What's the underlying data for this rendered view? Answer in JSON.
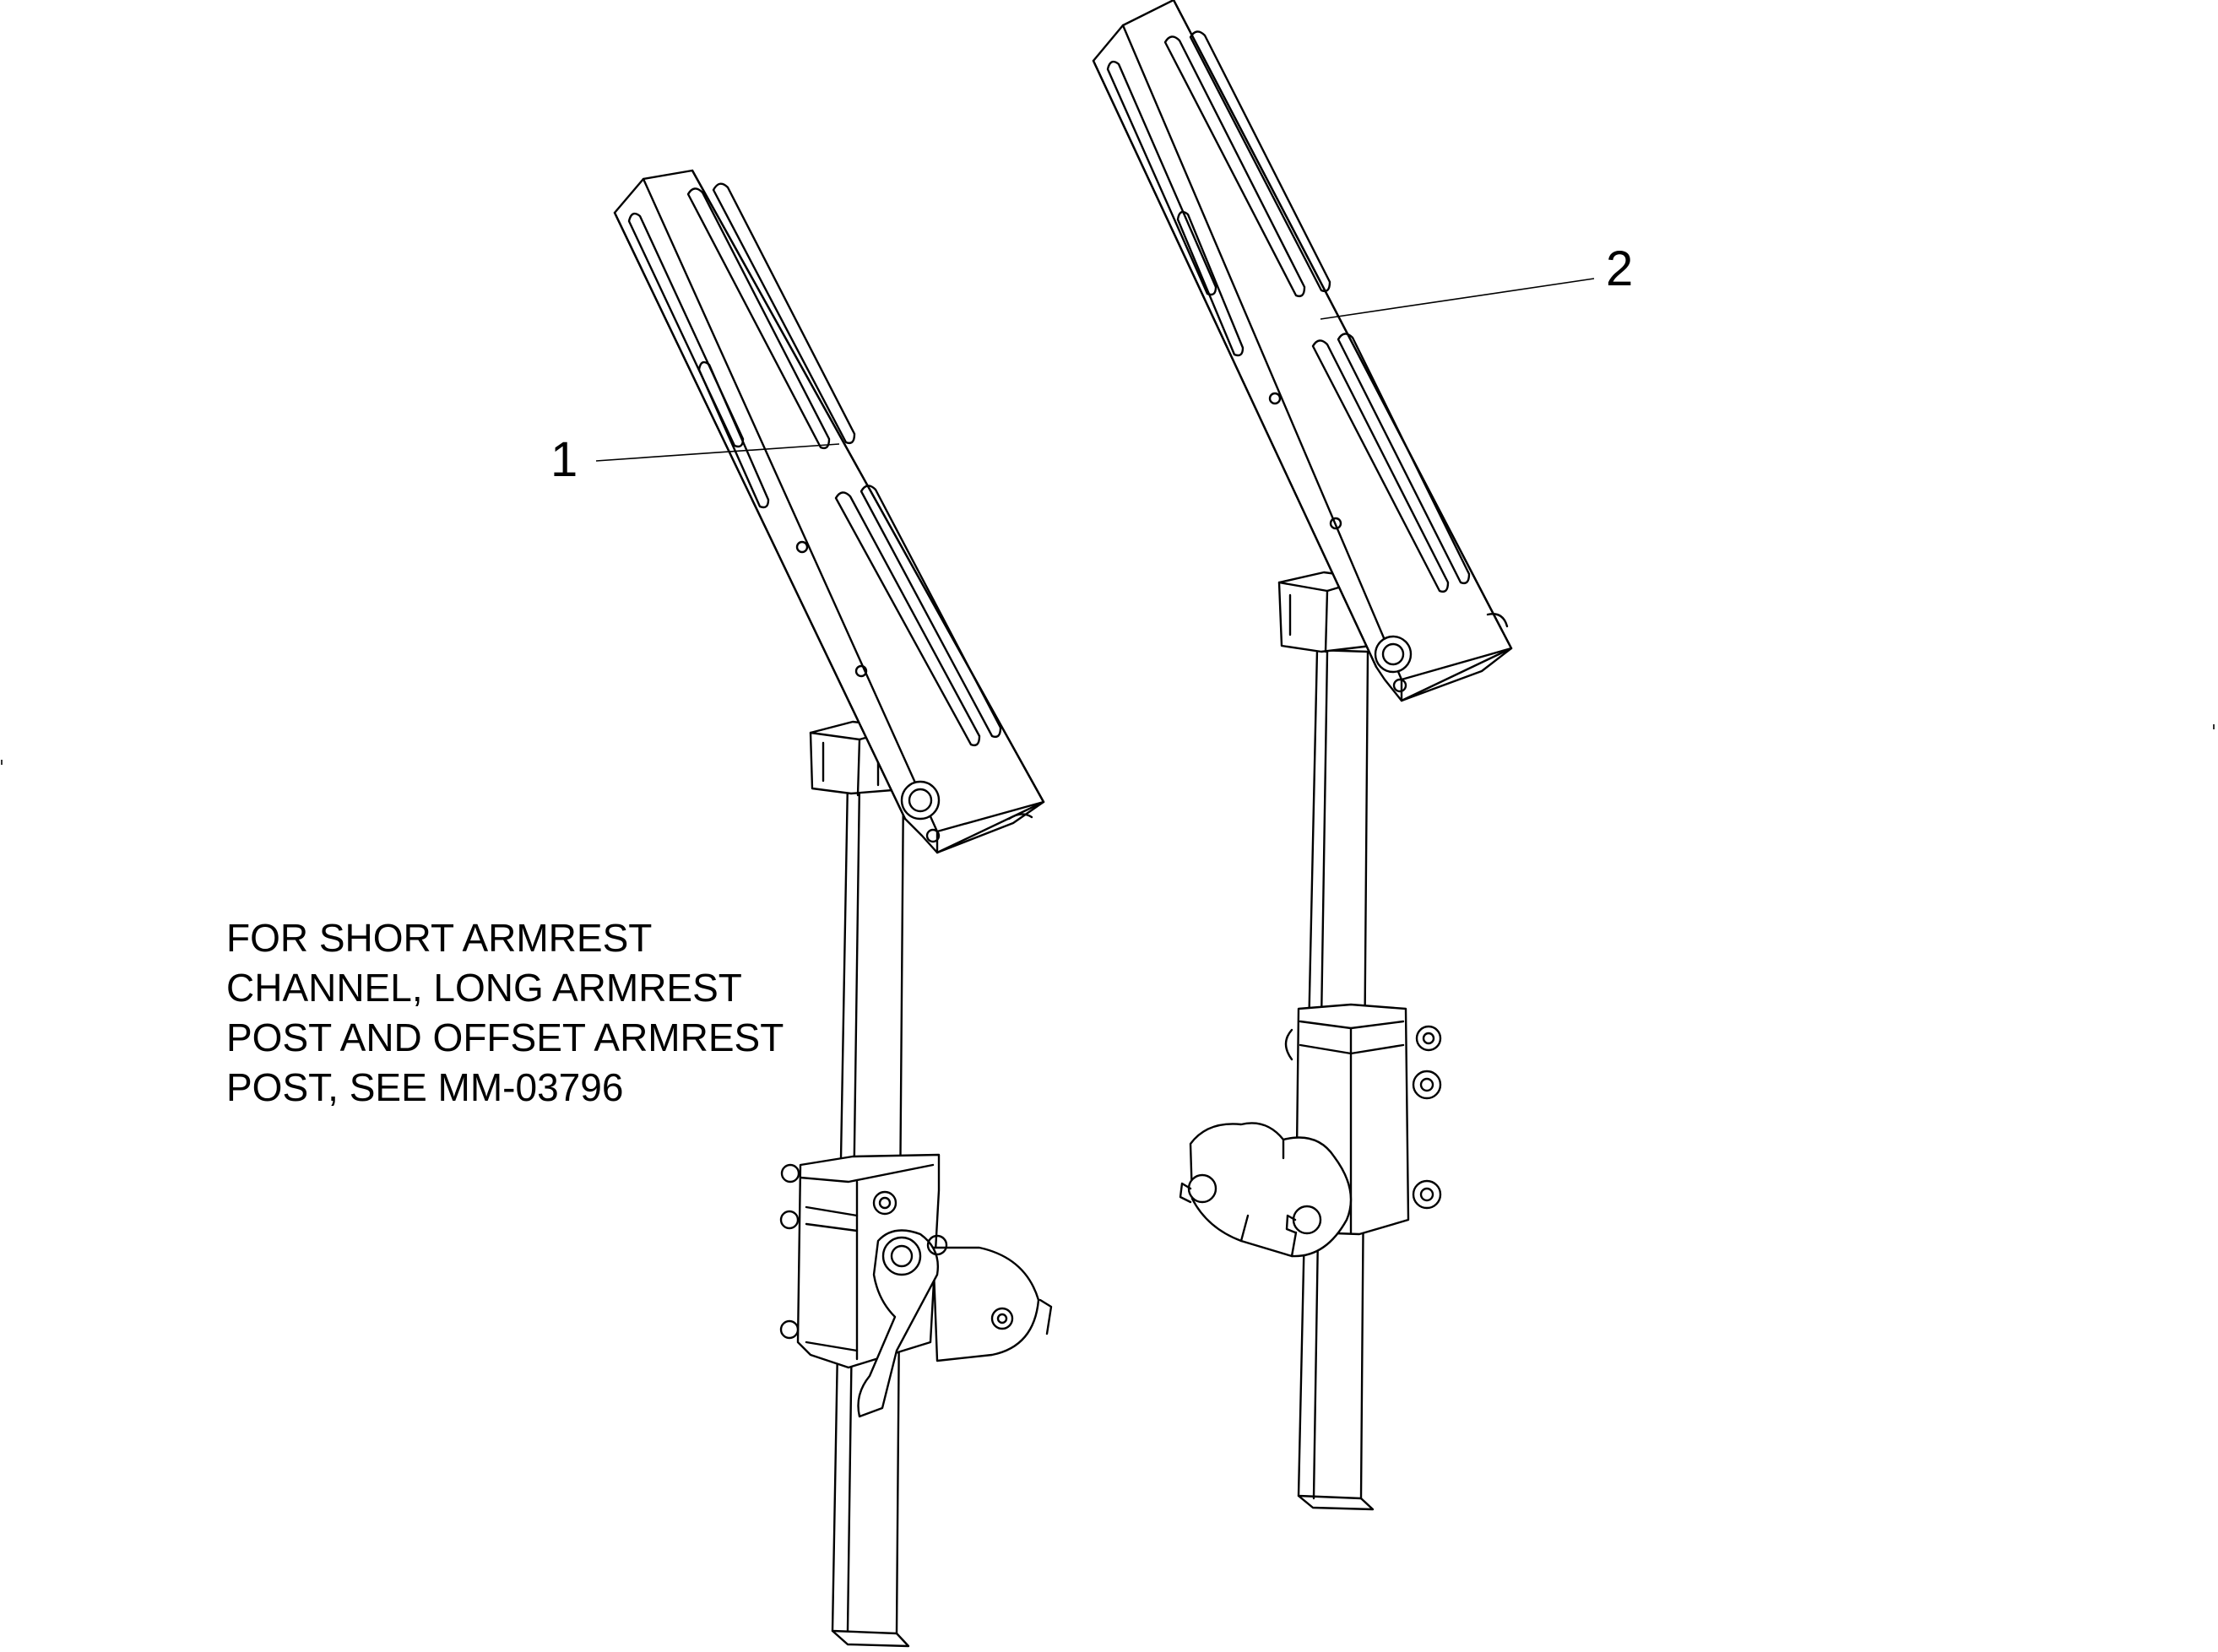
{
  "callouts": {
    "item_1": "1",
    "item_2": "2"
  },
  "note": {
    "lines": [
      "FOR SHORT ARMREST",
      "CHANNEL, LONG ARMREST",
      "POST AND OFFSET ARMREST",
      "POST, SEE MM-03796"
    ]
  }
}
